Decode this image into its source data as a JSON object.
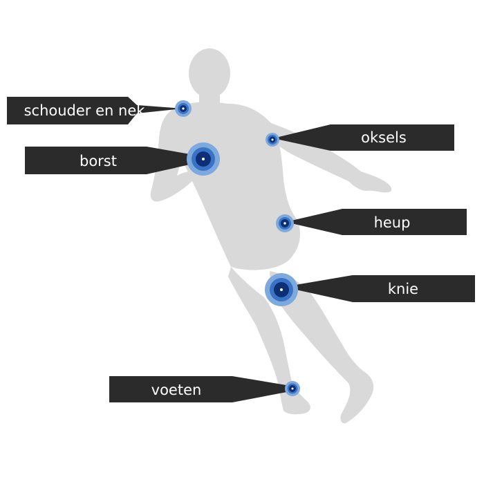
{
  "colors": {
    "background": "#ffffff",
    "silhouette": "#d9d9d9",
    "label_bg": "#2b2b2b",
    "label_text": "#ffffff",
    "ring_outer": "#7ea9dc",
    "ring_mid": "#3a73c6",
    "ring_inner": "#0d2f73",
    "center_dot": "#ffffff"
  },
  "labels": {
    "shoulder": "schouder en nek",
    "chest": "borst",
    "armpits": "oksels",
    "hip": "heup",
    "knee": "knie",
    "feet": "voeten"
  }
}
